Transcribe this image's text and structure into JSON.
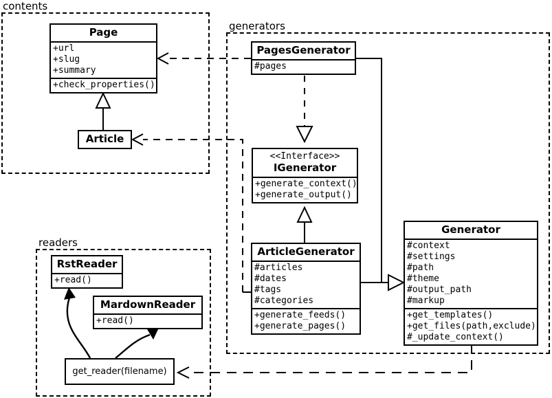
{
  "diagram": {
    "title": "Pelican architecture UML class diagram",
    "stroke_color": "#000000",
    "background_color": "#ffffff"
  },
  "packages": [
    {
      "id": "contents",
      "label": "contents"
    },
    {
      "id": "generators",
      "label": "generators"
    },
    {
      "id": "readers",
      "label": "readers"
    }
  ],
  "classes": {
    "page": {
      "name": "Page",
      "attributes": [
        "+url",
        "+slug",
        "+summary"
      ],
      "methods": [
        "+check_properties()"
      ]
    },
    "article": {
      "name": "Article",
      "attributes": [],
      "methods": []
    },
    "pages_generator": {
      "name": "PagesGenerator",
      "attributes": [
        "#pages"
      ],
      "methods": []
    },
    "igenerator": {
      "stereotype": "<<Interface>>",
      "name": "IGenerator",
      "attributes": [],
      "methods": [
        "+generate_context()",
        "+generate_output()"
      ]
    },
    "article_generator": {
      "name": "ArticleGenerator",
      "attributes": [
        "#articles",
        "#dates",
        "#tags",
        "#categories"
      ],
      "methods": [
        "+generate_feeds()",
        "+generate_pages()"
      ]
    },
    "generator": {
      "name": "Generator",
      "attributes": [
        "#context",
        "#settings",
        "#path",
        "#theme",
        "#output_path",
        "#markup"
      ],
      "methods": [
        "+get_templates()",
        "+get_files(path,exclude)",
        "#_update_context()"
      ]
    },
    "rst_reader": {
      "name": "RstReader",
      "attributes": [],
      "methods": [
        "+read()"
      ]
    },
    "mardown_reader": {
      "name": "MardownReader",
      "attributes": [],
      "methods": [
        "+read()"
      ]
    }
  },
  "nodes": {
    "get_reader": {
      "label": "get_reader(filename)"
    }
  },
  "relationships": [
    {
      "id": "article-inherits-page",
      "type": "generalization",
      "from": "Article",
      "to": "Page"
    },
    {
      "id": "pagesgenerator-realizes-igenerator",
      "type": "realization",
      "from": "PagesGenerator",
      "to": "IGenerator"
    },
    {
      "id": "articlegenerator-realizes-igenerator",
      "type": "realization",
      "from": "ArticleGenerator",
      "to": "IGenerator"
    },
    {
      "id": "pagesgenerator-inherits-generator",
      "type": "generalization",
      "from": "PagesGenerator",
      "to": "Generator"
    },
    {
      "id": "articlegenerator-inherits-generator",
      "type": "generalization",
      "from": "ArticleGenerator",
      "to": "Generator"
    },
    {
      "id": "pagesgenerator-depends-page",
      "type": "dependency",
      "from": "PagesGenerator",
      "to": "Page"
    },
    {
      "id": "articlegenerator-depends-article",
      "type": "dependency",
      "from": "ArticleGenerator",
      "to": "Article"
    },
    {
      "id": "generator-depends-get-reader",
      "type": "dependency",
      "from": "Generator",
      "to": "get_reader(filename)"
    },
    {
      "id": "get-reader-uses-rstreader",
      "type": "association",
      "from": "get_reader(filename)",
      "to": "RstReader"
    },
    {
      "id": "get-reader-uses-mardownreader",
      "type": "association",
      "from": "get_reader(filename)",
      "to": "MardownReader"
    }
  ]
}
